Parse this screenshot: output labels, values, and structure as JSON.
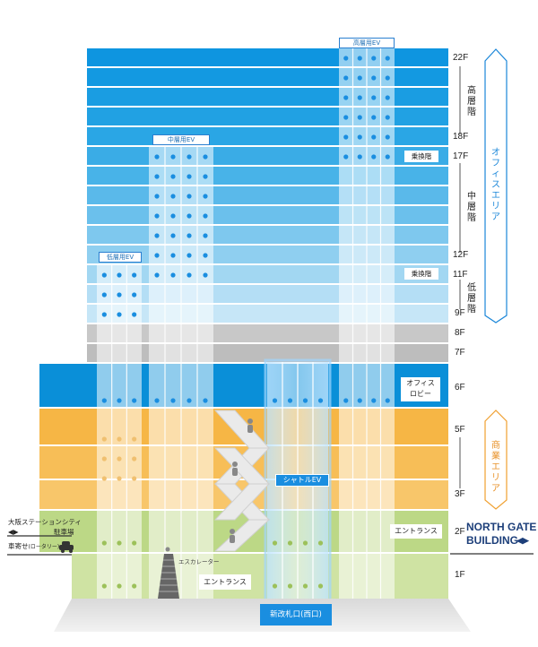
{
  "floors": {
    "f22": "22F",
    "f18": "18F",
    "f17": "17F",
    "f12": "12F",
    "f11": "11F",
    "f9": "9F",
    "f8": "8F",
    "f7": "7F",
    "f6": "6F",
    "f5": "5F",
    "f3": "3F",
    "f2": "2F",
    "f1": "1F"
  },
  "zones": {
    "high": "高層階",
    "mid": "中層階",
    "low": "低層階",
    "office_area": "オフィスエリア",
    "commercial_area": "商業エリア"
  },
  "elevators": {
    "high": "高層用EV",
    "mid": "中層用EV",
    "low": "低層用EV",
    "shuttle": "シャトルEV"
  },
  "labels": {
    "transfer_17": "乗換階",
    "transfer_11": "乗換階",
    "office_lobby_line1": "オフィス",
    "office_lobby_line2": "ロビー",
    "entrance_2f": "エントランス",
    "entrance_1f": "エントランス",
    "escalator": "エスカレーター",
    "ticket_gate": "新改札口(西口)",
    "north_gate_line1": "NORTH GATE",
    "north_gate_line2": "BUILDING",
    "north_gate_arrow": "◀▶",
    "station_city": "大阪ステーションシティ",
    "parking": "駐車場",
    "parking_arrow": "◀▶",
    "car_drop": "車寄せ",
    "rotary": "(ロータリー)"
  },
  "colors": {
    "office_blue": "#0a8fd8",
    "commercial_orange": "#f6b645",
    "entrance_green": "#bcd886",
    "machine_gray": "#c9c9c9",
    "brand_navy": "#1d3f7a"
  }
}
